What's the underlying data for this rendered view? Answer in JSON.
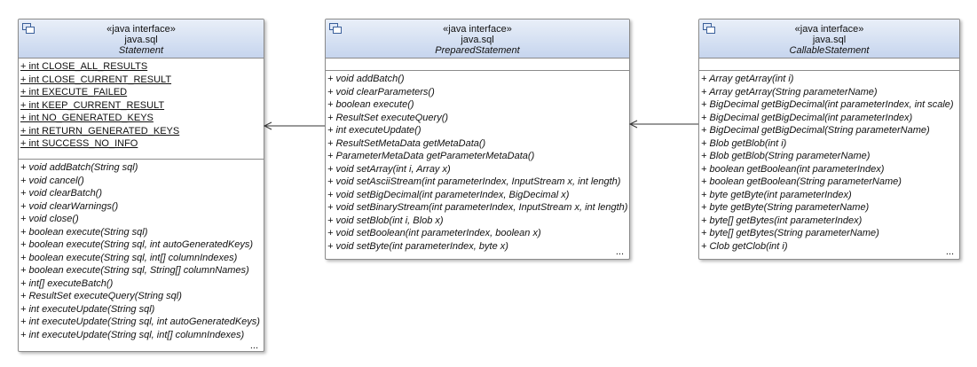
{
  "classes": {
    "statement": {
      "stereotype": "«java interface»",
      "package": "java.sql",
      "name": "Statement",
      "attributes": [
        "+ int CLOSE_ALL_RESULTS",
        "+ int CLOSE_CURRENT_RESULT",
        "+ int EXECUTE_FAILED",
        "+ int KEEP_CURRENT_RESULT",
        "+ int NO_GENERATED_KEYS",
        "+ int RETURN_GENERATED_KEYS",
        "+ int SUCCESS_NO_INFO"
      ],
      "operations": [
        "+ void addBatch(String sql)",
        "+ void cancel()",
        "+ void clearBatch()",
        "+ void clearWarnings()",
        "+ void close()",
        "+ boolean execute(String sql)",
        "+ boolean execute(String sql, int autoGeneratedKeys)",
        "+ boolean execute(String sql, int[] columnIndexes)",
        "+ boolean execute(String sql, String[] columnNames)",
        "+ int[] executeBatch()",
        "+ ResultSet executeQuery(String sql)",
        "+ int executeUpdate(String sql)",
        "+ int executeUpdate(String sql, int autoGeneratedKeys)",
        "+ int executeUpdate(String sql, int[] columnIndexes)"
      ],
      "more": "..."
    },
    "prepared": {
      "stereotype": "«java interface»",
      "package": "java.sql",
      "name": "PreparedStatement",
      "operations": [
        "+ void addBatch()",
        "+ void clearParameters()",
        "+ boolean execute()",
        "+ ResultSet executeQuery()",
        "+ int executeUpdate()",
        "+ ResultSetMetaData getMetaData()",
        "+ ParameterMetaData getParameterMetaData()",
        "+ void setArray(int i, Array x)",
        "+ void setAsciiStream(int parameterIndex, InputStream x, int length)",
        "+ void setBigDecimal(int parameterIndex, BigDecimal x)",
        "+ void setBinaryStream(int parameterIndex, InputStream x, int length)",
        "+ void setBlob(int i, Blob x)",
        "+ void setBoolean(int parameterIndex, boolean x)",
        "+ void setByte(int parameterIndex, byte x)"
      ],
      "more": "..."
    },
    "callable": {
      "stereotype": "«java interface»",
      "package": "java.sql",
      "name": "CallableStatement",
      "operations": [
        "+ Array getArray(int i)",
        "+ Array getArray(String parameterName)",
        "+ BigDecimal getBigDecimal(int parameterIndex, int scale)",
        "+ BigDecimal getBigDecimal(int parameterIndex)",
        "+ BigDecimal getBigDecimal(String parameterName)",
        "+ Blob getBlob(int i)",
        "+ Blob getBlob(String parameterName)",
        "+ boolean getBoolean(int parameterIndex)",
        "+ boolean getBoolean(String parameterName)",
        "+ byte getByte(int parameterIndex)",
        "+ byte getByte(String parameterName)",
        "+ byte[] getBytes(int parameterIndex)",
        "+ byte[] getBytes(String parameterName)",
        "+ Clob getClob(int i)"
      ],
      "more": "..."
    }
  },
  "colors": {
    "header_top": "#e9eff8",
    "header_bottom": "#c6d5ee",
    "border": "#8b8b8b",
    "link": "#333333"
  },
  "icons": {
    "class_icon": "interface-icon",
    "generalization": "open-arrow"
  }
}
